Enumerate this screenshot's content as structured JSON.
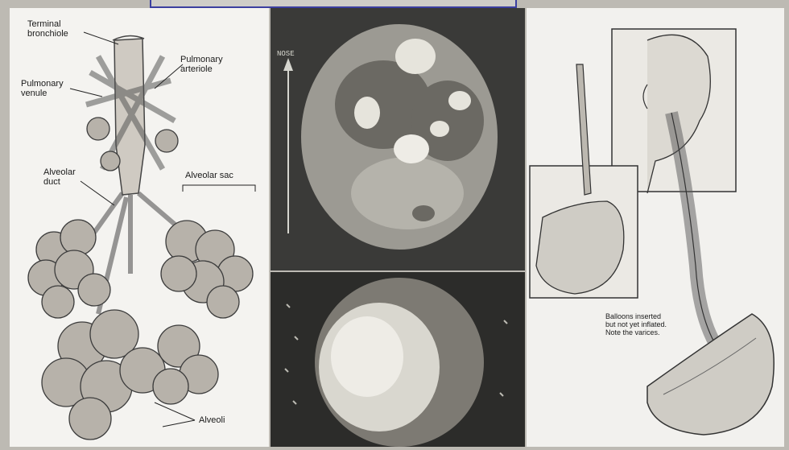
{
  "lung": {
    "terminal_bronchiole": "Terminal\nbronchiole",
    "pulmonary_arteriole": "Pulmonary\narteriole",
    "pulmonary_venule": "Pulmonary\nvenule",
    "alveolar_duct": "Alveolar\nduct",
    "alveolar_sac": "Alveolar sac",
    "alveoli": "Alveoli"
  },
  "scan": {
    "orientation_label": "NOSE"
  },
  "diagram": {
    "caption": "Balloons inserted\nbut not yet inflated.\nNote the varices."
  }
}
